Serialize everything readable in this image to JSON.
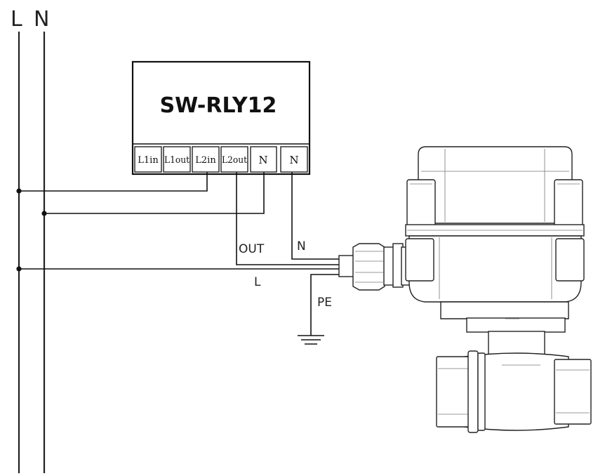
{
  "bus_labels": {
    "line": "L",
    "neutral": "N"
  },
  "module": {
    "title": "SW-RLY12",
    "terminals": [
      "L1in",
      "L1out",
      "L2in",
      "L2out",
      "N",
      "N"
    ]
  },
  "wire_labels": {
    "out": "OUT",
    "n": "N",
    "l": "L",
    "pe": "PE"
  }
}
